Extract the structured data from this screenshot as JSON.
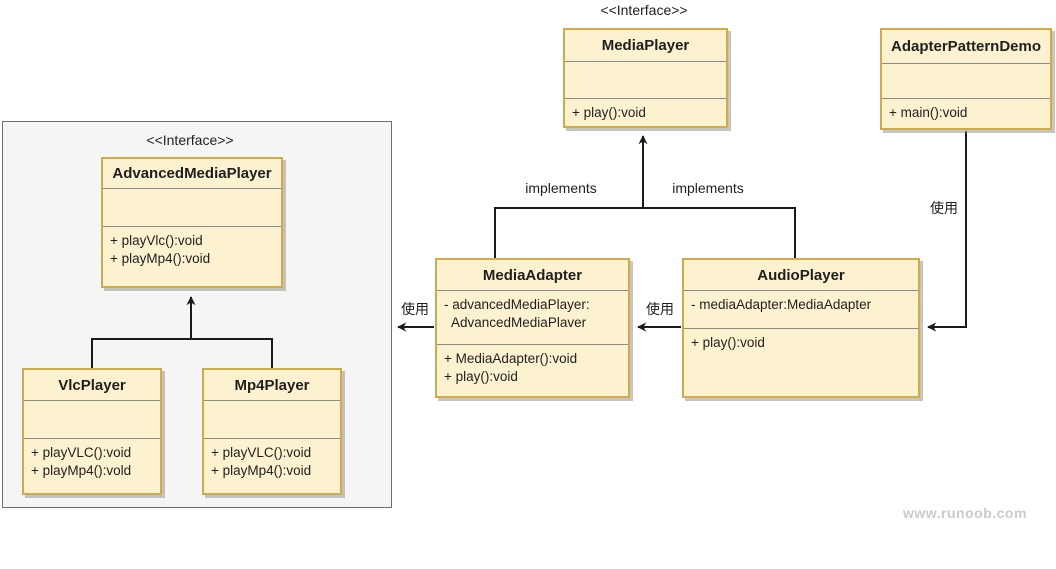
{
  "classes": {
    "media_player": {
      "stereotype": "<<Interface>>",
      "title": "MediaPlayer",
      "attributes": [],
      "methods": [
        "+ play():void"
      ]
    },
    "adapter_pattern_demo": {
      "title": "AdapterPatternDemo",
      "attributes": [],
      "methods": [
        "+ main():void"
      ]
    },
    "advanced_media_player": {
      "stereotype": "<<Interface>>",
      "title": "AdvancedMediaPlayer",
      "attributes": [],
      "methods": [
        "+ playVlc():void",
        "+ playMp4():void"
      ]
    },
    "vlc_player": {
      "title": "VlcPlayer",
      "attributes": [],
      "methods": [
        "+ playVLC():void",
        "+ playMp4():vold"
      ]
    },
    "mp4_player": {
      "title": "Mp4Player",
      "attributes": [],
      "methods": [
        "+ playVLC():void",
        "+ playMp4():void"
      ]
    },
    "media_adapter": {
      "title": "MediaAdapter",
      "attributes": [
        "- advancedMediaPlayer:",
        "AdvancedMediaPlaver"
      ],
      "methods": [
        "+ MediaAdapter():void",
        "+ play():void"
      ]
    },
    "audio_player": {
      "title": "AudioPlayer",
      "attributes": [
        "- mediaAdapter:MediaAdapter"
      ],
      "methods": [
        "+ play():void"
      ]
    }
  },
  "relations": {
    "implements_left": "implements",
    "implements_right": "implements",
    "use_media_adapter": "使用",
    "use_audio_player": "使用",
    "use_demo": "使用"
  },
  "watermark": "www.runoob.com",
  "colors": {
    "class_fill": "#FCF2CF",
    "class_border": "#D2AB47",
    "divider": "#8C8C8C",
    "group_fill": "#F5F5F5",
    "group_border": "#6E6E6E",
    "arrow": "#1A1A1A",
    "watermark": "#CBCBCB"
  }
}
